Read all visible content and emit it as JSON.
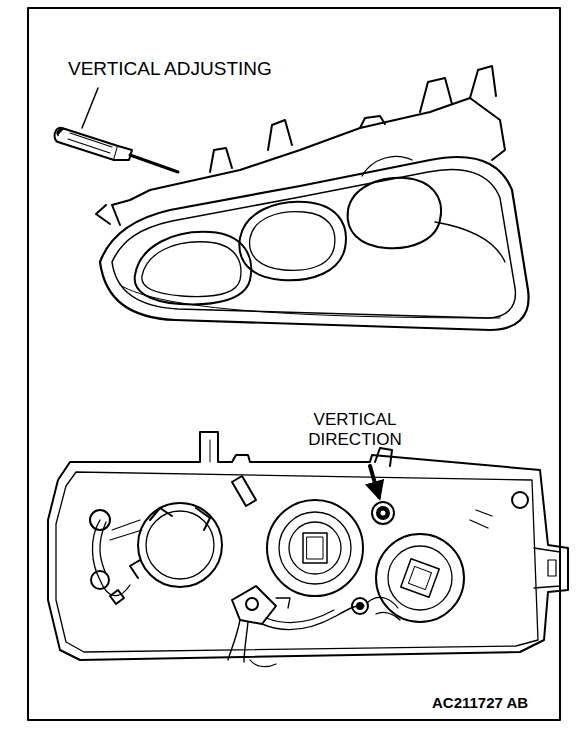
{
  "diagram": {
    "labels": [
      "VERTICAL ADJUSTING",
      "VERTICAL DIRECTION",
      "AC211727 AB"
    ]
  }
}
